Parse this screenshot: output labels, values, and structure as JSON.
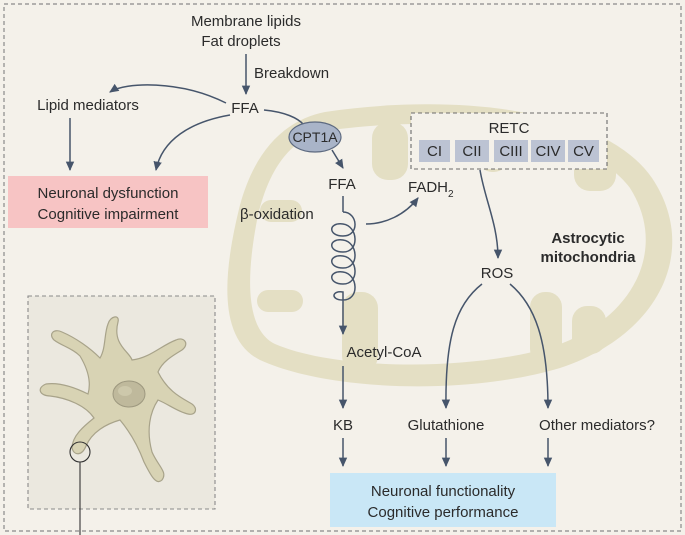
{
  "sources": {
    "line1": "Membrane lipids",
    "line2": "Fat droplets"
  },
  "breakdown_label": "Breakdown",
  "ffa_top": "FFA",
  "lipid_mediators": "Lipid mediators",
  "dysfunction": {
    "line1": "Neuronal dysfunction",
    "line2": "Cognitive impairment"
  },
  "cpt1a": "CPT1A",
  "ffa_inner": "FFA",
  "beta_oxidation": "β-oxidation",
  "fadh2": {
    "base": "FADH",
    "sub": "2"
  },
  "retc": {
    "title": "RETC",
    "complexes": [
      "CI",
      "CII",
      "CIII",
      "CIV",
      "CV"
    ]
  },
  "ros": "ROS",
  "mito_label": {
    "line1": "Astrocytic",
    "line2": "mitochondria"
  },
  "acetyl_coa": "Acetyl-CoA",
  "kb": "KB",
  "glutathione": "Glutathione",
  "other_mediators": "Other mediators?",
  "functionality": {
    "line1": "Neuronal functionality",
    "line2": "Cognitive performance"
  },
  "colors": {
    "background": "#f4f1ea",
    "mito_fill": "#e4dfc4",
    "dysfunction_box": "#f7c4c4",
    "functionality_box": "#c9e7f6",
    "cpt1a_fill": "#a9b4c8",
    "complex_fill": "#bcc3d3",
    "arrow": "#46556b",
    "astrocyte": "#d8d3b4"
  }
}
